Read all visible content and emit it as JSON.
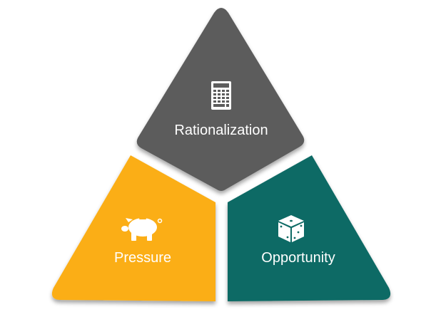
{
  "title": "Fraud Triangle",
  "segments": [
    {
      "label": "Rationalization",
      "icon": "calculator-icon",
      "color": "#5c5c5c"
    },
    {
      "label": "Pressure",
      "icon": "piggy-bank-icon",
      "color": "#fbae17"
    },
    {
      "label": "Opportunity",
      "icon": "dice-icon",
      "color": "#106b65"
    }
  ]
}
